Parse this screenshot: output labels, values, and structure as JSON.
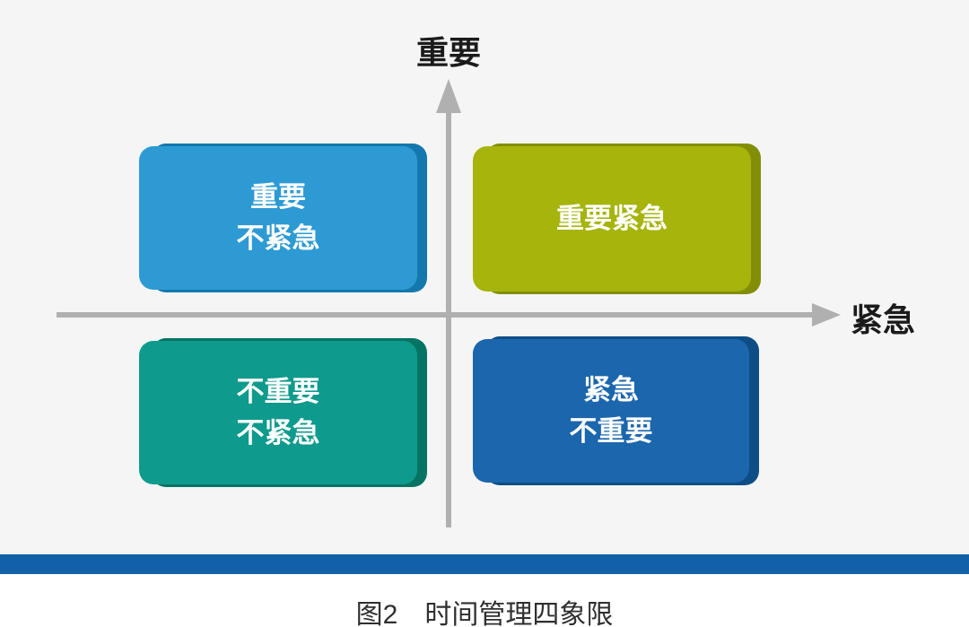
{
  "figure": {
    "y_axis_label": "重要",
    "x_axis_label": "紧急",
    "axis_color": "#b0b0b0",
    "background_color": "#f5f5f6"
  },
  "quadrants": {
    "top_left": {
      "line1": "重要",
      "line2": "不紧急",
      "fill": "#2D9AD3",
      "edge": "#1478AE"
    },
    "top_right": {
      "line1": "重要紧急",
      "fill": "#A6B40B",
      "edge": "#828E06"
    },
    "bottom_left": {
      "line1": "不重要",
      "line2": "不紧急",
      "fill": "#0E9A8C",
      "edge": "#067465"
    },
    "bottom_right": {
      "line1": "紧急",
      "line2": "不重要",
      "fill": "#1B66AD",
      "edge": "#0E4E84"
    }
  },
  "footer": {
    "bar_color": "#1261A8",
    "caption": "图2　时间管理四象限"
  }
}
